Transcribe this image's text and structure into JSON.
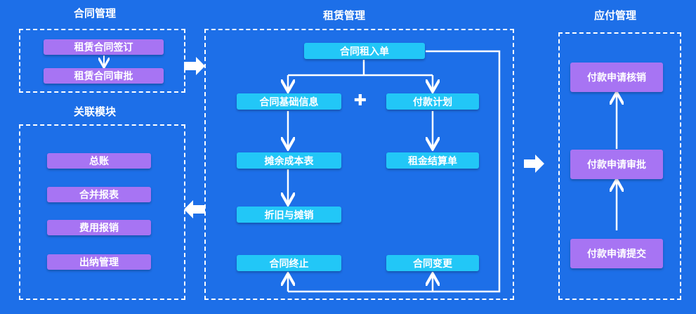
{
  "sections": {
    "contract_mgmt": "合同管理",
    "lease_mgmt": "租赁管理",
    "payable_mgmt": "应付管理",
    "related_modules": "关联模块"
  },
  "contract_mgmt": {
    "sign": "租赁合同签订",
    "approve": "租赁合同审批"
  },
  "related_modules": {
    "items": [
      "总账",
      "合并报表",
      "费用报销",
      "出纳管理"
    ]
  },
  "lease": {
    "lease_in": "合同租入单",
    "base_info": "合同基础信息",
    "plus": "✚",
    "payment_plan": "付款计划",
    "amortization_table": "摊余成本表",
    "rent_settlement": "租金结算单",
    "depreciation": "折旧与摊销",
    "termination": "合同终止",
    "change": "合同变更"
  },
  "payable": {
    "verify": "付款申请核销",
    "approve": "付款申请审批",
    "submit": "付款申请提交"
  },
  "colors": {
    "background": "#1d6fe8",
    "purple_box": "#a774f3",
    "cyan_box": "#22c7f7",
    "line": "#ffffff"
  }
}
